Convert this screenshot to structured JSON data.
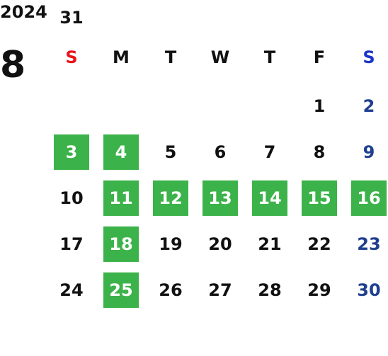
{
  "calendar": {
    "year": "2024",
    "month": "8",
    "weekdays": [
      "S",
      "M",
      "T",
      "W",
      "T",
      "F",
      "S"
    ],
    "weekday_colors": [
      "#e8141c",
      "#111111",
      "#111111",
      "#111111",
      "#111111",
      "#111111",
      "#1a36c8"
    ],
    "first_weekday_index": 4,
    "days_in_month": 31,
    "highlighted_days": [
      3,
      4,
      11,
      12,
      13,
      14,
      15,
      16,
      18,
      25
    ],
    "colors": {
      "highlight_bg": "#3cb34a",
      "highlight_text": "#ffffff",
      "weekday_text": "#111111",
      "saturday_text": "#1f3f8f"
    }
  }
}
